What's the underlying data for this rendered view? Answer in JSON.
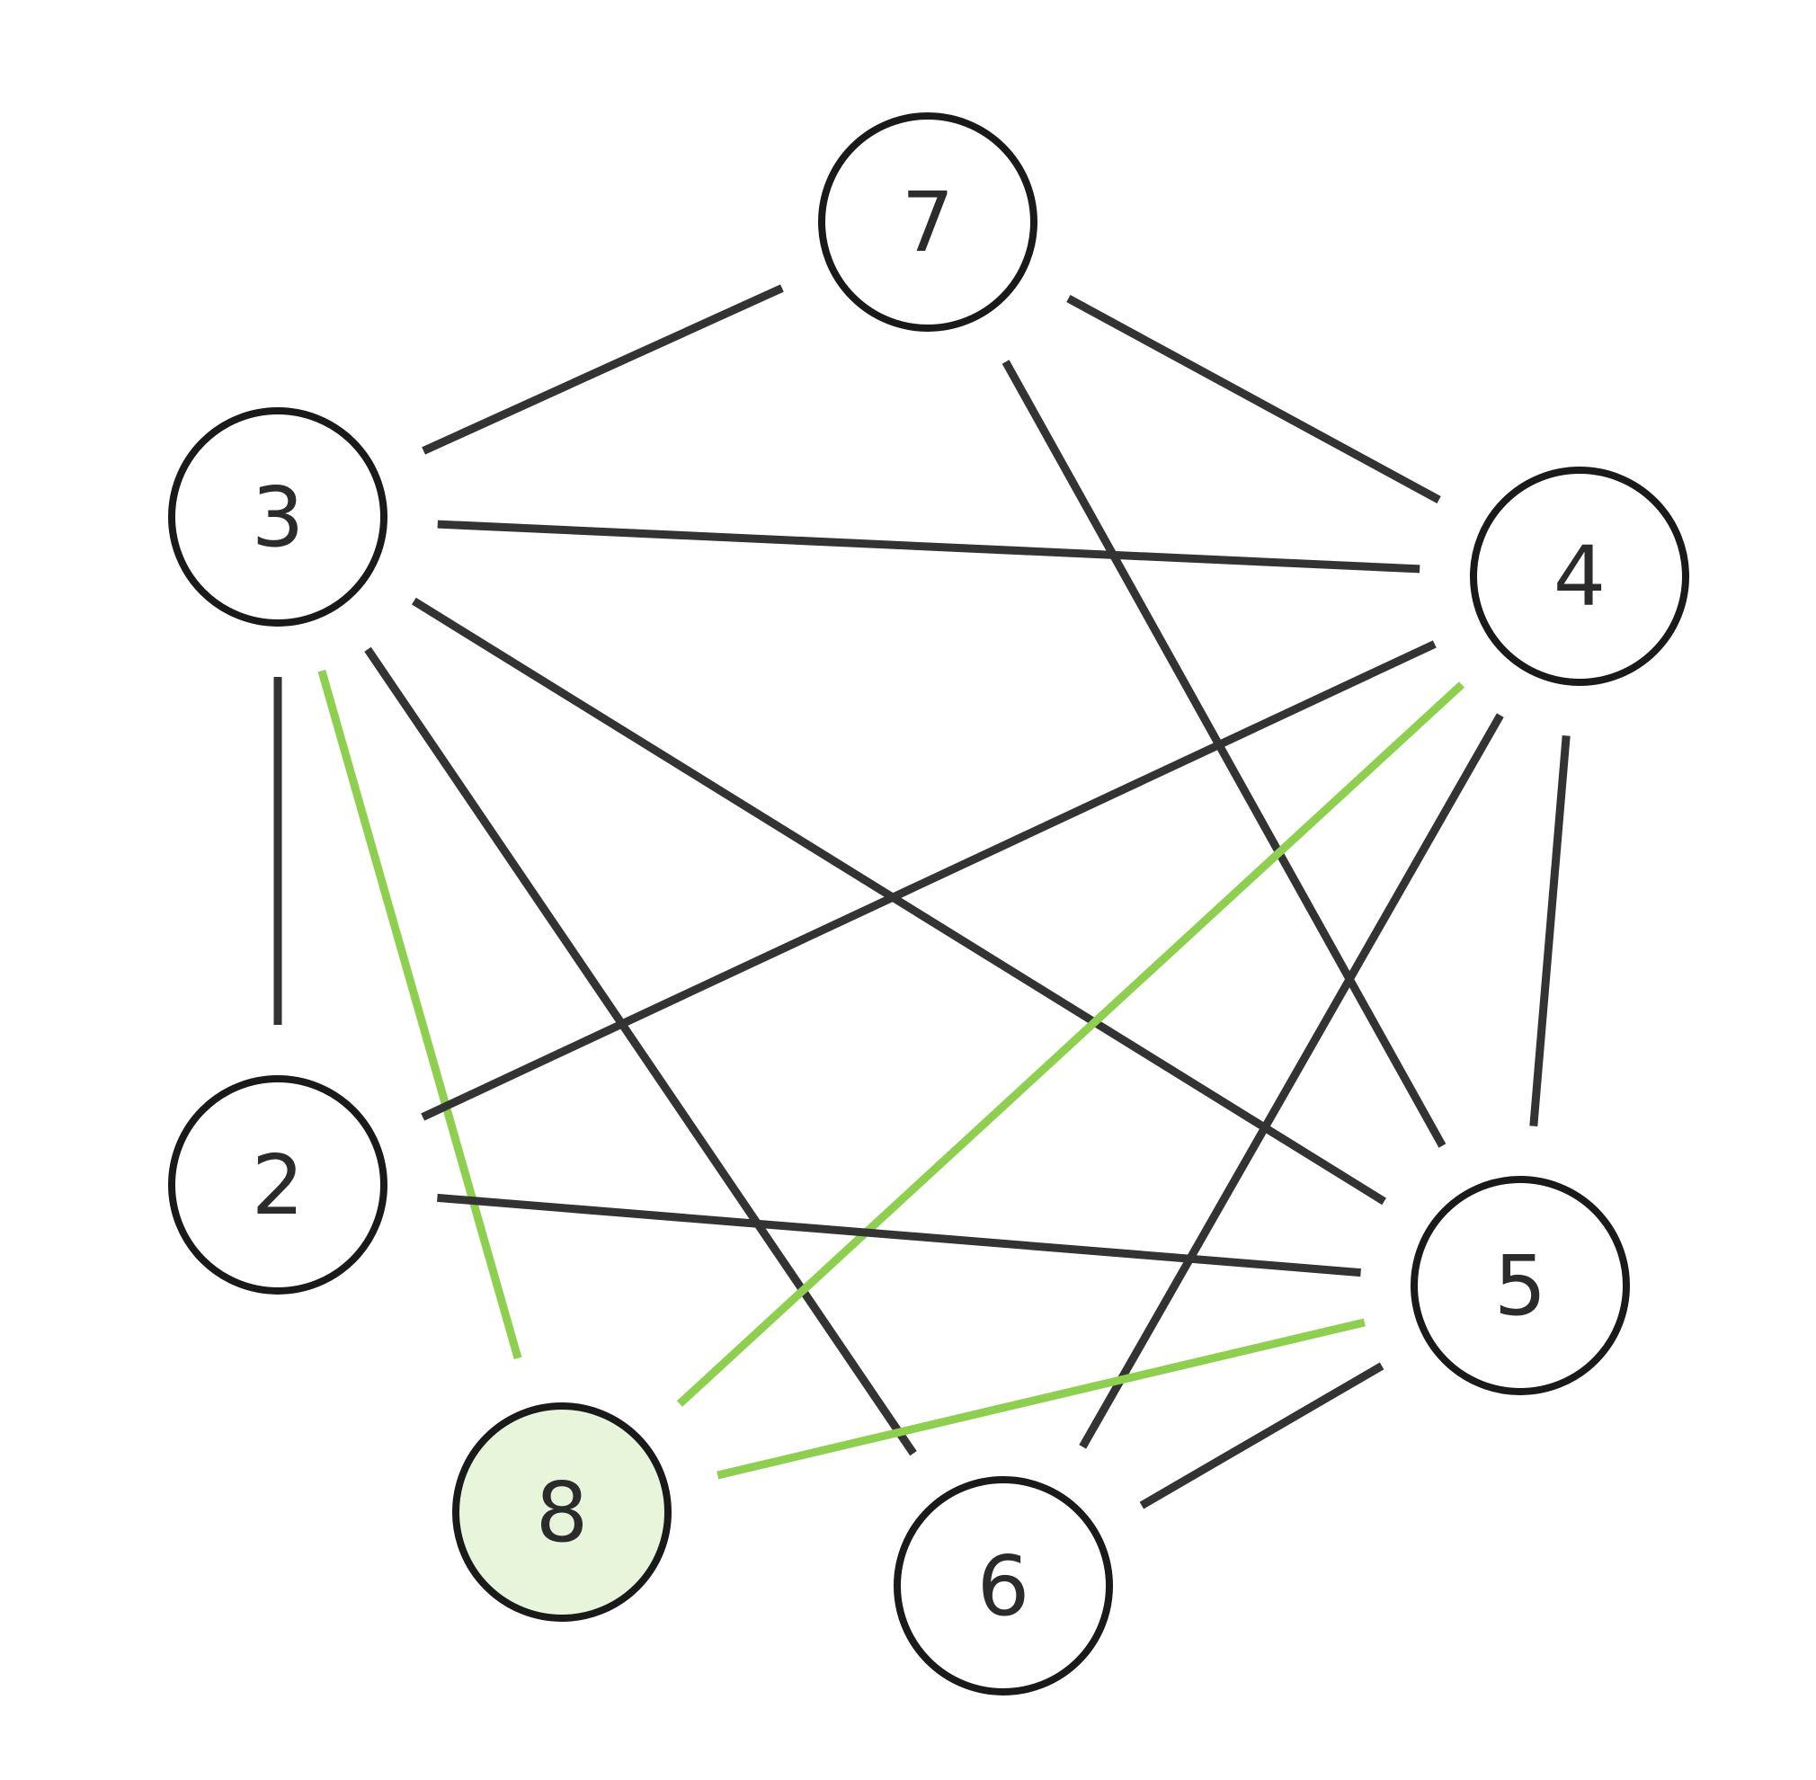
{
  "graph": {
    "colors": {
      "edge": "#333333",
      "highlight_edge": "#8ecf50",
      "node_stroke": "#1a1a1a",
      "node_fill": "#ffffff",
      "highlight_node_fill": "#e7f5db",
      "label": "#2b2b2b"
    },
    "nodes": [
      {
        "id": "7",
        "label": "7",
        "highlighted": false
      },
      {
        "id": "3",
        "label": "3",
        "highlighted": false
      },
      {
        "id": "4",
        "label": "4",
        "highlighted": false
      },
      {
        "id": "2",
        "label": "2",
        "highlighted": false
      },
      {
        "id": "5",
        "label": "5",
        "highlighted": false
      },
      {
        "id": "8",
        "label": "8",
        "highlighted": true
      },
      {
        "id": "6",
        "label": "6",
        "highlighted": false
      }
    ],
    "edges": [
      {
        "from": "7",
        "to": "3",
        "highlighted": false
      },
      {
        "from": "7",
        "to": "4",
        "highlighted": false
      },
      {
        "from": "7",
        "to": "5",
        "highlighted": false
      },
      {
        "from": "3",
        "to": "4",
        "highlighted": false
      },
      {
        "from": "3",
        "to": "5",
        "highlighted": false
      },
      {
        "from": "3",
        "to": "2",
        "highlighted": false
      },
      {
        "from": "3",
        "to": "6",
        "highlighted": false
      },
      {
        "from": "3",
        "to": "8",
        "highlighted": true
      },
      {
        "from": "4",
        "to": "2",
        "highlighted": false
      },
      {
        "from": "4",
        "to": "8",
        "highlighted": true
      },
      {
        "from": "4",
        "to": "6",
        "highlighted": false
      },
      {
        "from": "4",
        "to": "5",
        "highlighted": false
      },
      {
        "from": "2",
        "to": "5",
        "highlighted": false
      },
      {
        "from": "5",
        "to": "8",
        "highlighted": true
      },
      {
        "from": "5",
        "to": "6",
        "highlighted": false
      }
    ]
  }
}
